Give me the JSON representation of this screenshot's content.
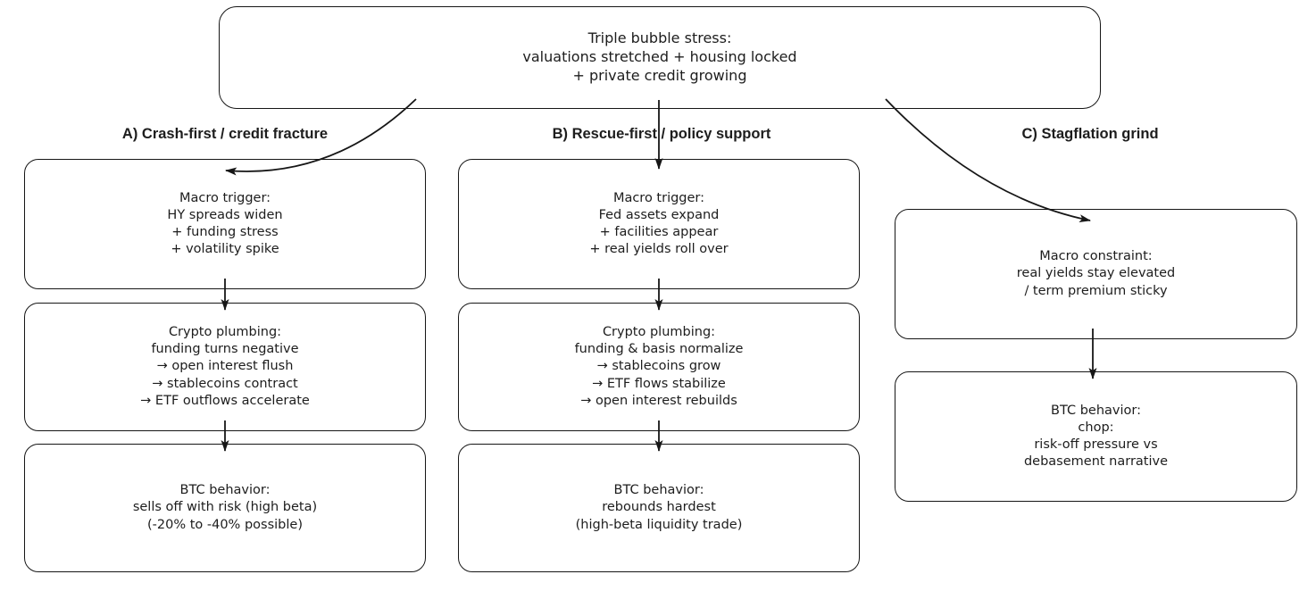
{
  "diagram": {
    "root": {
      "text": "Triple bubble stress:\nvaluations stretched + housing locked\n+ private credit growing"
    },
    "columns": [
      {
        "header": "A) Crash-first / credit fracture",
        "boxes": [
          {
            "text": "Macro trigger:\nHY spreads widen\n+ funding stress\n+ volatility spike"
          },
          {
            "text": "Crypto plumbing:\nfunding turns negative\n→ open interest flush\n→ stablecoins contract\n→ ETF outflows accelerate"
          },
          {
            "text": "BTC behavior:\nsells off with risk (high beta)\n(-20% to -40% possible)"
          }
        ]
      },
      {
        "header": "B) Rescue-first / policy support",
        "boxes": [
          {
            "text": "Macro trigger:\nFed assets expand\n+ facilities appear\n+ real yields roll over"
          },
          {
            "text": "Crypto plumbing:\nfunding & basis normalize\n→ stablecoins grow\n→ ETF flows stabilize\n→ open interest rebuilds"
          },
          {
            "text": "BTC behavior:\nrebounds hardest\n(high-beta liquidity trade)"
          }
        ]
      },
      {
        "header": "C) Stagflation grind",
        "boxes": [
          {
            "text": "Macro constraint:\nreal yields stay elevated\n/ term premium sticky"
          },
          {
            "text": "BTC behavior:\nchop:\nrisk-off pressure vs\ndebasement narrative"
          }
        ]
      }
    ],
    "colors": {
      "stroke": "#161616",
      "text": "#1d1d1d",
      "background": "#ffffff"
    }
  }
}
